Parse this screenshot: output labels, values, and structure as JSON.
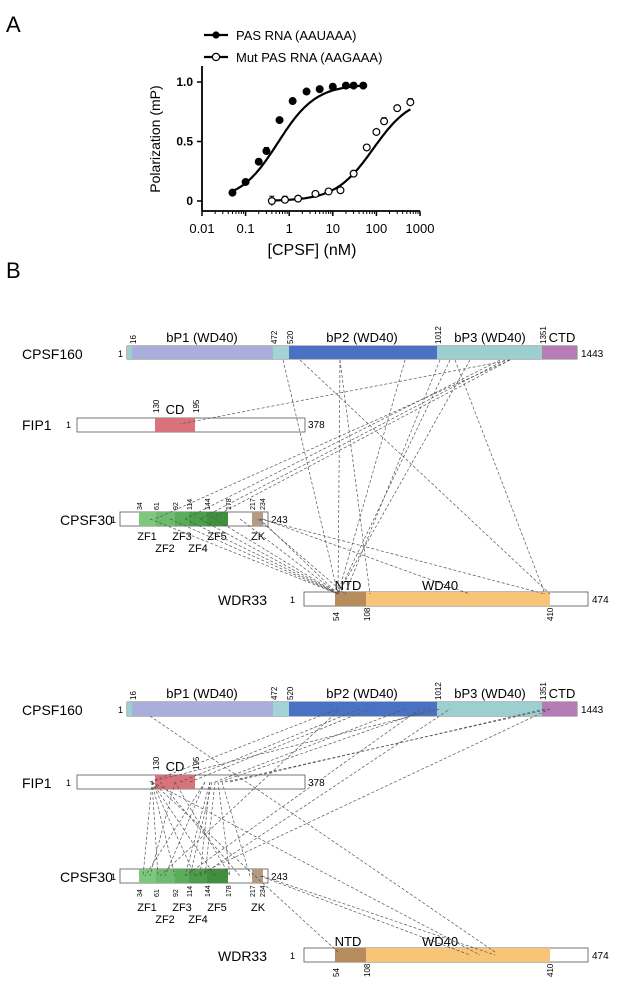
{
  "panelA": {
    "label": "A",
    "legend": [
      "PAS RNA (AAUAAA)",
      "Mut PAS RNA (AAGAAA)"
    ],
    "chart_data": {
      "type": "scatter",
      "xlabel": "[CPSF] (nM)",
      "ylabel": "Polarization (mP)",
      "xscale": "log",
      "xlim": [
        0.01,
        1000
      ],
      "ylim": [
        0,
        1.0
      ],
      "x_ticks": [
        "0.01",
        "0.1",
        "1",
        "10",
        "100",
        "1000"
      ],
      "y_ticks": [
        "0",
        "0.5",
        "1.0"
      ],
      "legend_position": "top",
      "series": [
        {
          "name": "PAS RNA (AAUAAA)",
          "marker": "filled-circle",
          "x": [
            0.05,
            0.1,
            0.2,
            0.3,
            0.6,
            1.2,
            2.5,
            5,
            10,
            20,
            30,
            50
          ],
          "y": [
            0.07,
            0.16,
            0.33,
            0.42,
            0.68,
            0.84,
            0.92,
            0.94,
            0.96,
            0.97,
            0.97,
            0.97
          ],
          "err": [
            0.01,
            0.01,
            0.01,
            0.03,
            0.02,
            0.01,
            0.01,
            0.01,
            0.01,
            0.01,
            0.01,
            0.02
          ]
        },
        {
          "name": "Mut PAS RNA (AAGAAA)",
          "marker": "open-circle",
          "x": [
            0.4,
            0.8,
            1.6,
            4,
            8,
            15,
            30,
            60,
            100,
            150,
            300,
            600
          ],
          "y": [
            0.0,
            0.01,
            0.02,
            0.06,
            0.08,
            0.09,
            0.23,
            0.45,
            0.58,
            0.67,
            0.78,
            0.83
          ],
          "err": [
            0.04,
            0.03,
            0.01,
            0.01,
            0.01,
            0.01,
            0.01,
            0.01,
            0.02,
            0.03,
            0.02,
            0.03
          ]
        }
      ]
    }
  },
  "panelB": {
    "label": "B",
    "proteins": {
      "CPSF160": {
        "name": "CPSF160",
        "start": "1",
        "end": "1443",
        "domains": [
          "bP1 (WD40)",
          "bP2 (WD40)",
          "bP3 (WD40)",
          "CTD"
        ],
        "positions": [
          "16",
          "472",
          "520",
          "1012",
          "1351"
        ]
      },
      "FIP1": {
        "name": "FIP1",
        "start": "1",
        "end": "378",
        "domains": [
          "CD"
        ],
        "positions": [
          "130",
          "195"
        ]
      },
      "CPSF30": {
        "name": "CPSF30",
        "start": "1",
        "end": "243",
        "domains": [
          "ZF1",
          "ZF2",
          "ZF3",
          "ZF4",
          "ZF5",
          "ZK"
        ],
        "positions": [
          "34",
          "61",
          "92",
          "114",
          "144",
          "178",
          "217",
          "234"
        ]
      },
      "WDR33": {
        "name": "WDR33",
        "start": "1",
        "end": "474",
        "domains": [
          "NTD",
          "WD40"
        ],
        "positions": [
          "54",
          "108",
          "410"
        ]
      }
    }
  }
}
